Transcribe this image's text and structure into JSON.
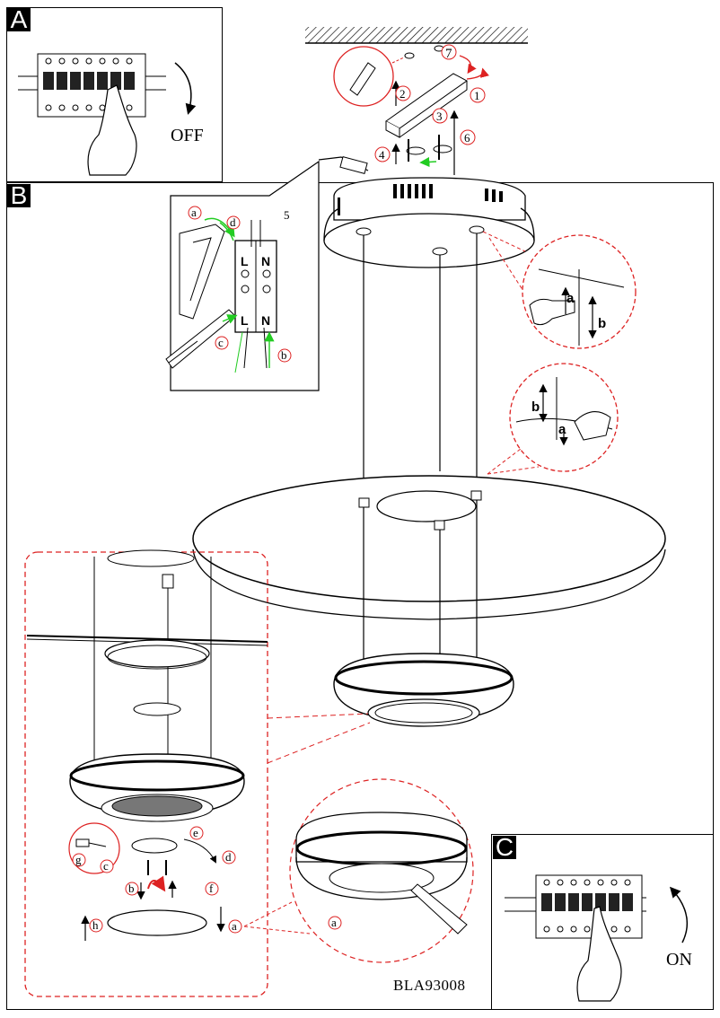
{
  "sections": {
    "a": {
      "tag": "A",
      "label": "OFF"
    },
    "b": {
      "tag": "B"
    },
    "c": {
      "tag": "C",
      "label": "ON"
    }
  },
  "steps": [
    "1",
    "2",
    "3",
    "4",
    "5",
    "6",
    "7"
  ],
  "letters": {
    "a": "a",
    "b": "b",
    "c": "c",
    "d": "d",
    "e": "e",
    "f": "f",
    "g": "g",
    "h": "h"
  },
  "terminal": {
    "l_top": "L",
    "n_top": "N",
    "l_bottom": "L",
    "n_bottom": "N"
  },
  "model": "BLA93008"
}
